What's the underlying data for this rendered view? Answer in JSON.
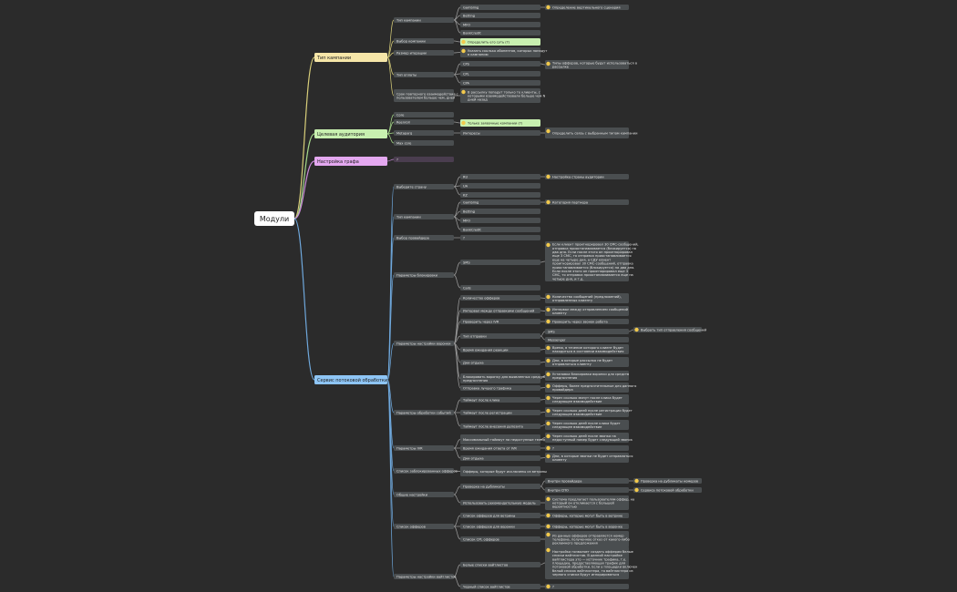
{
  "root": "Модули",
  "palette": {
    "background": "#2b2b2b",
    "node": "#4a4e50",
    "root_fill": "#ffffff",
    "edge": "#9a9a9a",
    "yellow": "#f6e6a8",
    "green": "#c8f0b0",
    "pink": "#e4a8f0",
    "blue": "#8ec5f5",
    "warn": "#f2c94c"
  },
  "nodes": [
    {
      "id": "r",
      "text": "Модули",
      "kind": "root"
    },
    {
      "id": "b1",
      "parent": "r",
      "text": "Тип кампании",
      "kind": "branch",
      "color": "yellow",
      "edge": "#d9cf7a"
    },
    {
      "id": "b1a",
      "parent": "b1",
      "text": "Тип кампании"
    },
    {
      "id": "b1a1",
      "parent": "b1a",
      "text": "Gambling"
    },
    {
      "id": "b1a2",
      "parent": "b1a",
      "text": "Betting"
    },
    {
      "id": "b1a3",
      "parent": "b1a",
      "text": "MFO"
    },
    {
      "id": "b1a4",
      "parent": "b1a",
      "text": "BankCredit"
    },
    {
      "id": "b1a1n",
      "parent": "b1a1",
      "text": "Определение вертикального сценария",
      "kind": "note"
    },
    {
      "id": "b1b",
      "parent": "b1",
      "text": "Выбор компании"
    },
    {
      "id": "b1bn",
      "parent": "b1b",
      "text": "Определить его суть (?)",
      "kind": "highlight",
      "color": "green"
    },
    {
      "id": "b1c",
      "parent": "b1",
      "text": "Размер итерации"
    },
    {
      "id": "b1cn",
      "parent": "b1c",
      "text": "Указать сколько абонентов, которых попадут в кампанию",
      "kind": "note"
    },
    {
      "id": "b1d",
      "parent": "b1",
      "text": "Тип оплаты"
    },
    {
      "id": "b1d1",
      "parent": "b1d",
      "text": "CPS"
    },
    {
      "id": "b1d2",
      "parent": "b1d",
      "text": "CPL"
    },
    {
      "id": "b1d3",
      "parent": "b1d",
      "text": "CPA"
    },
    {
      "id": "b1d1n",
      "parent": "b1d1",
      "text": "Типы офферов, которые будут использоваться в рассылке",
      "kind": "note"
    },
    {
      "id": "b1e",
      "parent": "b1",
      "text": "Срок повторного взаимодействия с пользователем больше чем, дней"
    },
    {
      "id": "b1en",
      "parent": "b1e",
      "text": "В рассылку попадут только те клиенты, с которыми взаимодействовали больше чем N дней назад",
      "kind": "note"
    },
    {
      "id": "b2",
      "parent": "r",
      "text": "Целевая аудитория",
      "kind": "branch",
      "color": "green",
      "edge": "#a6d98a"
    },
    {
      "id": "b2a",
      "parent": "b2",
      "text": "Core"
    },
    {
      "id": "b2b",
      "parent": "b2",
      "text": "Reenroll"
    },
    {
      "id": "b2bn",
      "parent": "b2b",
      "text": "Только заявочные компании (?)",
      "kind": "highlight",
      "color": "green"
    },
    {
      "id": "b2c",
      "parent": "b2",
      "text": "Metaparq"
    },
    {
      "id": "b2c1",
      "parent": "b2c",
      "text": "Интересы"
    },
    {
      "id": "b2c1n",
      "parent": "b2c1",
      "text": "Определить связь с выбранным типом кампании",
      "kind": "note"
    },
    {
      "id": "b2d",
      "parent": "b2",
      "text": "Max core"
    },
    {
      "id": "b3",
      "parent": "r",
      "text": "Настройка графа",
      "kind": "branch",
      "color": "pink",
      "edge": "#c98ad9"
    },
    {
      "id": "b3a",
      "parent": "b3",
      "text": "?",
      "kind": "muted"
    },
    {
      "id": "b4",
      "parent": "r",
      "text": "Сервис потоковой обработки",
      "kind": "branch",
      "color": "blue",
      "edge": "#6fa8dc"
    },
    {
      "id": "c1",
      "parent": "b4",
      "text": "Выберите страну"
    },
    {
      "id": "c1a",
      "parent": "c1",
      "text": "RU"
    },
    {
      "id": "c1b",
      "parent": "c1",
      "text": "UA"
    },
    {
      "id": "c1c",
      "parent": "c1",
      "text": "KZ"
    },
    {
      "id": "c1an",
      "parent": "c1a",
      "text": "Настройка страны аудитории",
      "kind": "note"
    },
    {
      "id": "c2",
      "parent": "b4",
      "text": "Тип кампании"
    },
    {
      "id": "c2a",
      "parent": "c2",
      "text": "Gambling"
    },
    {
      "id": "c2b",
      "parent": "c2",
      "text": "Betting"
    },
    {
      "id": "c2c",
      "parent": "c2",
      "text": "MFO"
    },
    {
      "id": "c2d",
      "parent": "c2",
      "text": "BankCredit"
    },
    {
      "id": "c2an",
      "parent": "c2a",
      "text": "Категория партнера",
      "kind": "note"
    },
    {
      "id": "c3",
      "parent": "b4",
      "text": "Выбор провайдера"
    },
    {
      "id": "c3a",
      "parent": "c3",
      "text": "?"
    },
    {
      "id": "c4",
      "parent": "b4",
      "text": "Параметры блокировки"
    },
    {
      "id": "c4a",
      "parent": "c4",
      "text": "SMS"
    },
    {
      "id": "c4b",
      "parent": "c4",
      "text": "Calls"
    },
    {
      "id": "c4an",
      "parent": "c4a",
      "text": "Если клиент проигнорировал 30 СМС-сообщений, отправка приостанавливается (блокируется) на два дня. Если после этого он проигнорировал еще 3 СМС, то отправка приостанавливается еще на четыре дня, а СДУ клиент проигнорировал 30 СМС-сообщений, отправка приостанавливается (блокируется) на два дня. Если после этого он проигнорировал еще 3 СМС, то отправка приостанавливается еще на четыре дня, и т.д.",
      "kind": "note"
    },
    {
      "id": "c5",
      "parent": "b4",
      "text": "Параметры настройки воронки"
    },
    {
      "id": "c5a",
      "parent": "c5",
      "text": "Количество офферов"
    },
    {
      "id": "c5b",
      "parent": "c5",
      "text": "Интервал между отправками сообщений"
    },
    {
      "id": "c5c",
      "parent": "c5",
      "text": "Проверить через IVR"
    },
    {
      "id": "c5d",
      "parent": "c5",
      "text": "Тип отправки"
    },
    {
      "id": "c5e",
      "parent": "c5",
      "text": "Время ожидания реакции"
    },
    {
      "id": "c5f",
      "parent": "c5",
      "text": "Дни отдыха"
    },
    {
      "id": "c5g",
      "parent": "c5",
      "text": "Блокировать воронку для выявленных средств предпочтения"
    },
    {
      "id": "c5h",
      "parent": "c5",
      "text": "Отправка лучшего трафика"
    },
    {
      "id": "c5an",
      "parent": "c5a",
      "text": "Количество сообщений (предложений), отправленных клиенту",
      "kind": "note"
    },
    {
      "id": "c5bn",
      "parent": "c5b",
      "text": "Интервал между отправлением сообщений клиенту",
      "kind": "note"
    },
    {
      "id": "c5cn",
      "parent": "c5c",
      "text": "Проверить через звонок робота",
      "kind": "note"
    },
    {
      "id": "c5d1",
      "parent": "c5d",
      "text": "SMS"
    },
    {
      "id": "c5d2",
      "parent": "c5d",
      "text": "Messenger"
    },
    {
      "id": "c5d1n",
      "parent": "c5d1",
      "text": "Выбрать тип отправления сообщений",
      "kind": "note"
    },
    {
      "id": "c5en",
      "parent": "c5e",
      "text": "Время, в течение которого клиент будет находиться в состоянии взаимодействия",
      "kind": "note"
    },
    {
      "id": "c5fn",
      "parent": "c5f",
      "text": "Дни, в которые рассылка не будет отправляться клиенту",
      "kind": "note"
    },
    {
      "id": "c5gn",
      "parent": "c5g",
      "text": "Установка блокировки воронки для средств предпочтения",
      "kind": "note"
    },
    {
      "id": "c5hn",
      "parent": "c5h",
      "text": "Офферы, более предпочтительные для данного провайдера",
      "kind": "note"
    },
    {
      "id": "c6",
      "parent": "b4",
      "text": "Параметры обработки событий"
    },
    {
      "id": "c6a",
      "parent": "c6",
      "text": "Таймаут после клика"
    },
    {
      "id": "c6b",
      "parent": "c6",
      "text": "Таймаут после регистрации"
    },
    {
      "id": "c6c",
      "parent": "c6",
      "text": "Таймаут после внесения депозита"
    },
    {
      "id": "c6an",
      "parent": "c6a",
      "text": "Через сколько минут после клика будет следующее взаимодействие",
      "kind": "note"
    },
    {
      "id": "c6bn",
      "parent": "c6b",
      "text": "Через сколько дней после регистрации будет следующее взаимодействие",
      "kind": "note"
    },
    {
      "id": "c6cn",
      "parent": "c6c",
      "text": "Через сколько дней после клика будет следующее взаимодействие",
      "kind": "note"
    },
    {
      "id": "c7",
      "parent": "b4",
      "text": "Параметры IVR"
    },
    {
      "id": "c7a",
      "parent": "c7",
      "text": "Максимальный таймаут на недоступные телефоны"
    },
    {
      "id": "c7b",
      "parent": "c7",
      "text": "Время ожидания ответа от IVR"
    },
    {
      "id": "c7c",
      "parent": "c7",
      "text": "Дни отдыха"
    },
    {
      "id": "c7an",
      "parent": "c7a",
      "text": "Через сколько дней после звонка на недоступный номер будет следующий звонок",
      "kind": "note"
    },
    {
      "id": "c7bn",
      "parent": "c7b",
      "text": "?",
      "kind": "note"
    },
    {
      "id": "c7cn",
      "parent": "c7c",
      "text": "Дни, в которые звонки не будет отправляться клиенту",
      "kind": "note"
    },
    {
      "id": "c8",
      "parent": "b4",
      "text": "Список заблокированных офферов"
    },
    {
      "id": "c8a",
      "parent": "c8",
      "text": "Офферы, которые будут исключены из ветрины"
    },
    {
      "id": "c9",
      "parent": "b4",
      "text": "Общие настройки"
    },
    {
      "id": "c9a",
      "parent": "c9",
      "text": "Проверка на дубликаты"
    },
    {
      "id": "c9b",
      "parent": "c9",
      "text": "Использовать рекомендательную модель"
    },
    {
      "id": "c9a1",
      "parent": "c9a",
      "text": "Внутри провайдера"
    },
    {
      "id": "c9a2",
      "parent": "c9a",
      "text": "Внутри СПО"
    },
    {
      "id": "c9a1n",
      "parent": "c9a1",
      "text": "Проверка на дубликаты номеров",
      "kind": "note"
    },
    {
      "id": "c9a2n",
      "parent": "c9a2",
      "text": "Сервиса потоковой обработки",
      "kind": "note"
    },
    {
      "id": "c9bn",
      "parent": "c9b",
      "text": "Система предлагает пользователям оффер, на который он откликается с большей вероятностью",
      "kind": "note"
    },
    {
      "id": "c10",
      "parent": "b4",
      "text": "Список офферов"
    },
    {
      "id": "c10a",
      "parent": "c10",
      "text": "Список офферов для ветрины"
    },
    {
      "id": "c10b",
      "parent": "c10",
      "text": "Список офферов для воронки"
    },
    {
      "id": "c10c",
      "parent": "c10",
      "text": "Список CPL офферов"
    },
    {
      "id": "c10an",
      "parent": "c10a",
      "text": "Офферы, которые могут быть в ветрине",
      "kind": "note"
    },
    {
      "id": "c10bn",
      "parent": "c10b",
      "text": "Офферы, которые могут быть в воронке",
      "kind": "note"
    },
    {
      "id": "c10cn",
      "parent": "c10c",
      "text": "Из данных офферов отправляется номер телефона, полученное отказ от какого-либо рекламного предложения",
      "kind": "note"
    },
    {
      "id": "c11",
      "parent": "b4",
      "text": "Параметры настройки вайтлистов"
    },
    {
      "id": "c11a",
      "parent": "c11",
      "text": "Белые списки вайтлистов"
    },
    {
      "id": "c11b",
      "parent": "c11",
      "text": "Черный список вайтлистов"
    },
    {
      "id": "c11an",
      "parent": "c11a",
      "text": "Настройка позволяет создать офферам белые списки вайтлистов. В данной настройке вайтлистера это — источник трафика, т.е. площадка, предоставляющая трафик для потоковой обработки. Если у площадки включен белый список вайтлистера, то вайтлистера из черного списка будут игнорироваться",
      "kind": "note"
    },
    {
      "id": "c11bn",
      "parent": "c11b",
      "text": "?",
      "kind": "note"
    }
  ]
}
